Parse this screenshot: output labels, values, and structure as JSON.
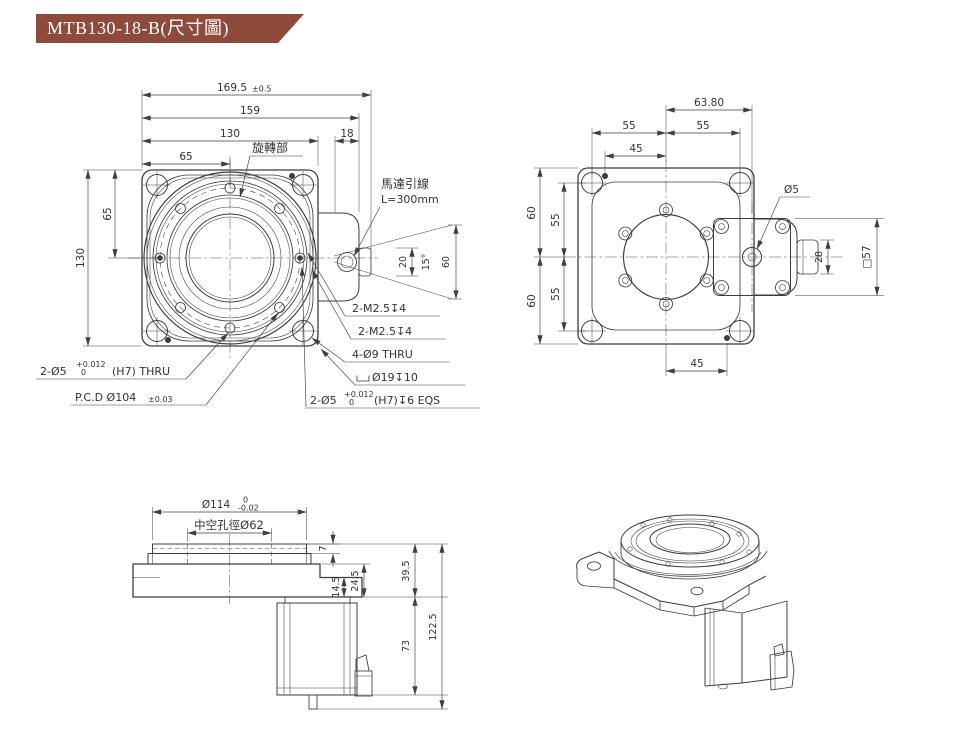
{
  "title_banner": {
    "text": "MTB130-18-B(尺寸圖)"
  },
  "colors": {
    "banner": "#8e4b3c",
    "line": "#3c3c3c",
    "dim_text": "#333333"
  },
  "front_view": {
    "labels": {
      "rotating_part": "旋轉部",
      "motor_lead_1": "馬達引線",
      "motor_lead_2": "L=300mm"
    },
    "dims": {
      "total_width": "169.5",
      "total_width_tol": "±0.5",
      "w159": "159",
      "w130": "130",
      "w65": "65",
      "w18": "18",
      "h130": "130",
      "h65": "65",
      "lead_width": "20",
      "lead_angle": "15°",
      "lead_height": "60"
    },
    "notes": {
      "n1": "2-M2.5↧4",
      "n2": "2-M2.5↧4",
      "n3": "4-Ø9 THRU",
      "n4_text": "Ø19↧10",
      "n5_prefix": "2-Ø5",
      "n5_tol_up": "+0.012",
      "n5_tol_dn": "0",
      "n5_suffix": "(H7)↧6 EQS",
      "n6_prefix": "2-Ø5",
      "n6_tol_up": "+0.012",
      "n6_tol_dn": "0",
      "n6_suffix": "(H7) THRU",
      "n7_pcd": "P.C.D Ø104",
      "n7_tol": "±0.03"
    }
  },
  "back_view": {
    "dims": {
      "d6380": "63.80",
      "d55l": "55",
      "d55r": "55",
      "d45t": "45",
      "d45b": "45",
      "d60t": "60",
      "d60b": "60",
      "d55lt": "55",
      "d55lb": "55",
      "d5": "Ø5",
      "d28": "28",
      "d57": "□57"
    }
  },
  "side_view": {
    "labels": {
      "bore": "中空孔徑Ø62"
    },
    "dims": {
      "d114": "Ø114",
      "d114_tol_up": "0",
      "d114_tol_dn": "-0.02",
      "d7": "7",
      "d145": "14.5",
      "d245": "24.5",
      "d395": "39.5",
      "d73": "73",
      "d1225": "122.5"
    }
  }
}
